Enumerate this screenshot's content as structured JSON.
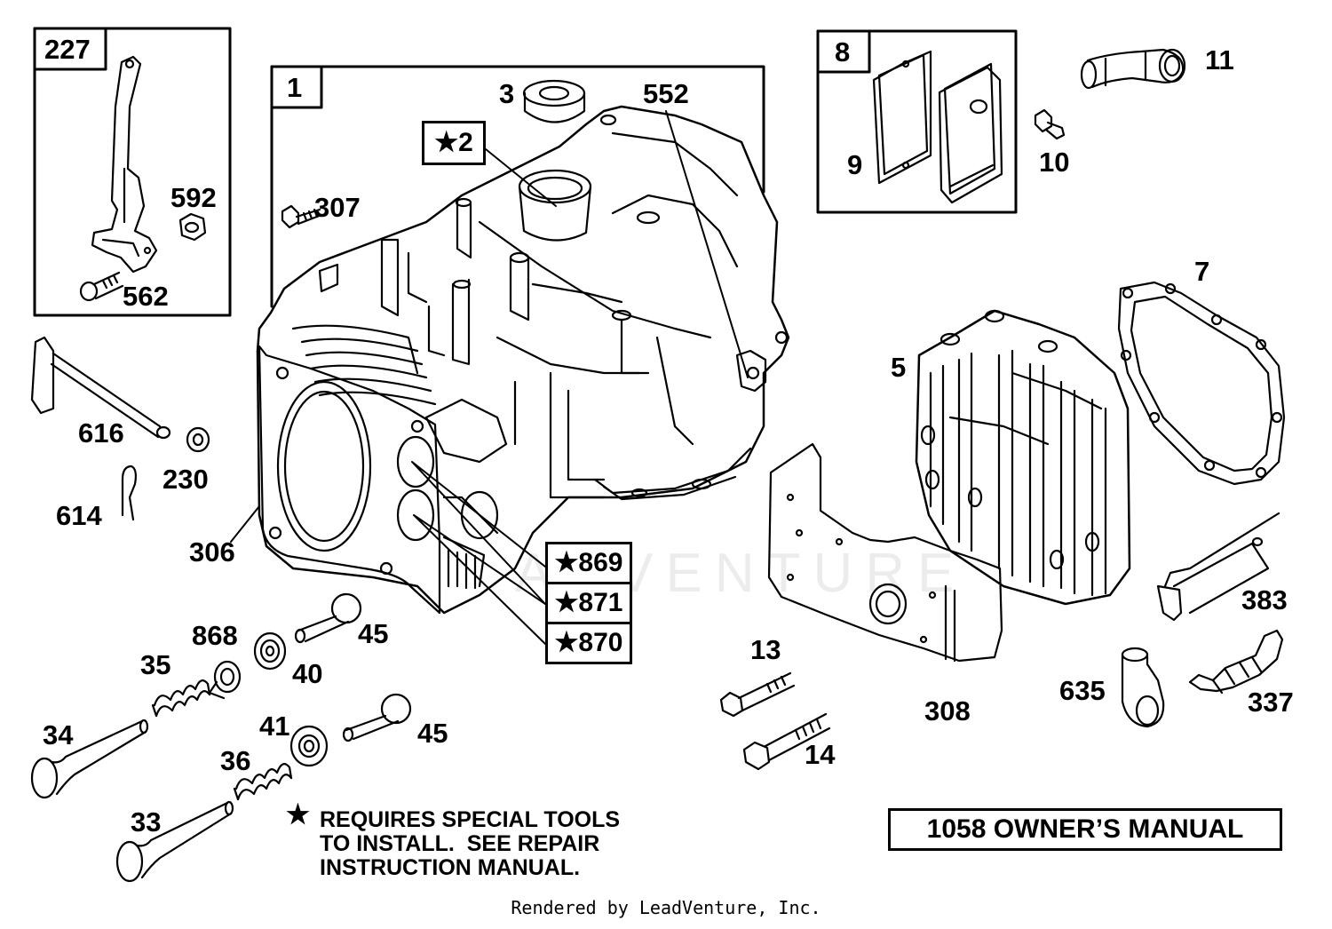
{
  "diagram": {
    "callouts": {
      "c227": "227",
      "c592": "592",
      "c562": "562",
      "c1": "1",
      "c3": "3",
      "c2": "★2",
      "c552": "552",
      "c307": "307",
      "c8": "8",
      "c9": "9",
      "c10": "10",
      "c11": "11",
      "c7": "7",
      "c5": "5",
      "c616": "616",
      "c230": "230",
      "c614": "614",
      "c306": "306",
      "c869": "★869",
      "c871": "★871",
      "c870": "★870",
      "c868": "868",
      "c35": "35",
      "c40": "40",
      "c45a": "45",
      "c45b": "45",
      "c34": "34",
      "c41": "41",
      "c36": "36",
      "c33": "33",
      "c13": "13",
      "c14": "14",
      "c308": "308",
      "c383": "383",
      "c635": "635",
      "c337": "337"
    },
    "note_star": "★",
    "note_text": "REQUIRES SPECIAL TOOLS\nTO INSTALL.  SEE REPAIR\nINSTRUCTION MANUAL.",
    "manual_label": "1058 OWNER’S MANUAL",
    "footer": "Rendered by LeadVenture, Inc.",
    "watermark": "ADVENTURE"
  }
}
